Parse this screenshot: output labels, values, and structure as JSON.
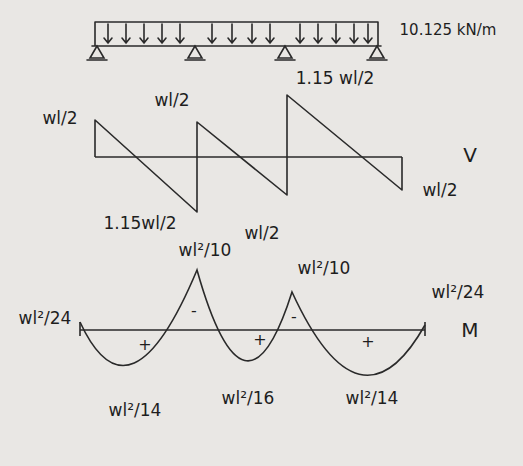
{
  "diagram": {
    "labels": [
      "10.125 kN/m",
      "wl/2",
      "wl/2",
      "1.15 wl/2",
      "V",
      "1.15wl/2",
      "wl/2",
      "wl/2",
      "wl²/24",
      "wl²/10",
      "wl²/10",
      "wl²/24",
      "wl²/14",
      "wl²/16",
      "wl²/14",
      "M",
      "+",
      "-",
      "+",
      "-",
      "+"
    ]
  }
}
